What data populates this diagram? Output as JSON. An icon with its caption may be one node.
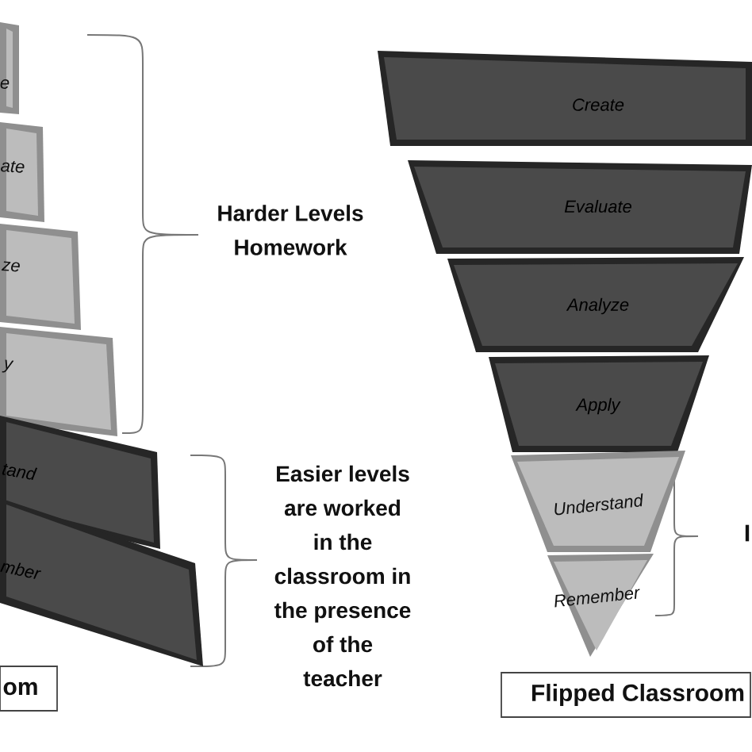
{
  "diagram": {
    "nodes": [
      {
        "text": [
          "e"
        ]
      },
      {
        "text": [
          "ate"
        ]
      },
      {
        "text": [
          "ze"
        ]
      },
      {
        "text": [
          "y"
        ]
      },
      {
        "text": [
          "tand"
        ]
      },
      {
        "text": [
          "mber"
        ]
      },
      {
        "text": [
          "om"
        ]
      },
      {
        "text": [
          "Create"
        ]
      },
      {
        "text": [
          "Evaluate"
        ]
      },
      {
        "text": [
          "Analyze"
        ]
      },
      {
        "text": [
          "Apply"
        ]
      },
      {
        "text": [
          "Understand"
        ]
      },
      {
        "text": [
          "Remember"
        ]
      },
      {
        "text": [
          "Flipped Classroom"
        ]
      }
    ],
    "labels": [
      "Harder Levels Homework",
      "Easier levels are worked in the classroom in the presence of the teacher",
      "I"
    ]
  }
}
